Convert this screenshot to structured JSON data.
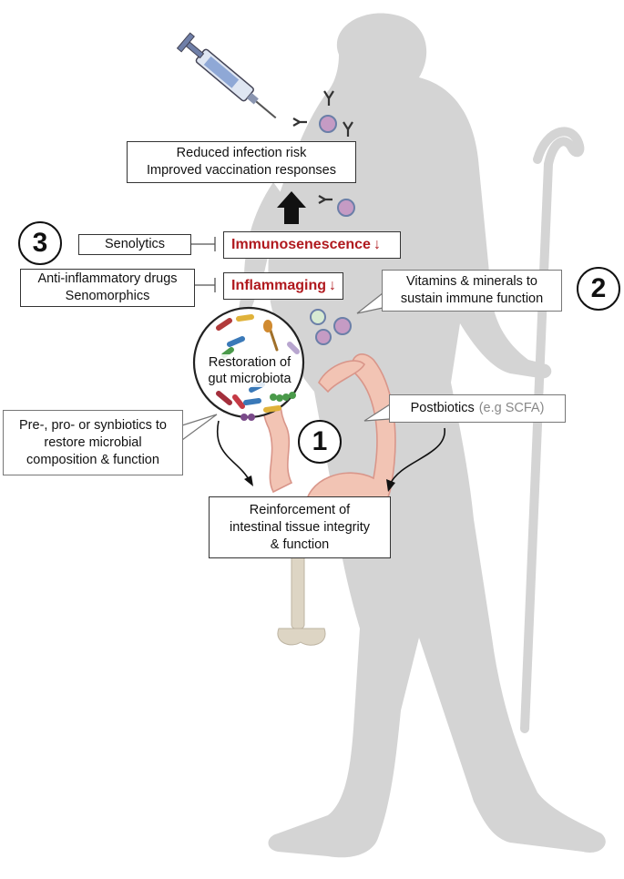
{
  "top_box": {
    "line1": "Reduced infection risk",
    "line2": "Improved vaccination responses"
  },
  "badges": {
    "one": "1",
    "two": "2",
    "three": "3"
  },
  "senolytics": "Senolytics",
  "immunosenescence": "Immunosenescence",
  "anti_inflammatory": {
    "line1": "Anti-inflammatory drugs",
    "line2": "Senomorphics"
  },
  "inflammaging": "Inflammaging",
  "vitamins": {
    "line1": "Vitamins & minerals to",
    "line2": "sustain immune function"
  },
  "microbiota_circle": {
    "line1": "Restoration of",
    "line2": "gut microbiota"
  },
  "pre_pro": {
    "line1": "Pre-, pro- or synbiotics to",
    "line2": "restore microbial",
    "line3": "composition & function"
  },
  "postbiotics": {
    "main": "Postbiotics",
    "note": "(e.g SCFA)"
  },
  "reinforcement": {
    "line1": "Reinforcement of",
    "line2": "intestinal tissue integrity",
    "line3": "& function"
  },
  "colors": {
    "silhouette": "#d4d4d4",
    "intestine": "#f2c4b4",
    "intestine_edge": "#d9968a",
    "decrease_red": "#b0191e",
    "cell_purple": "#c59bc4"
  }
}
